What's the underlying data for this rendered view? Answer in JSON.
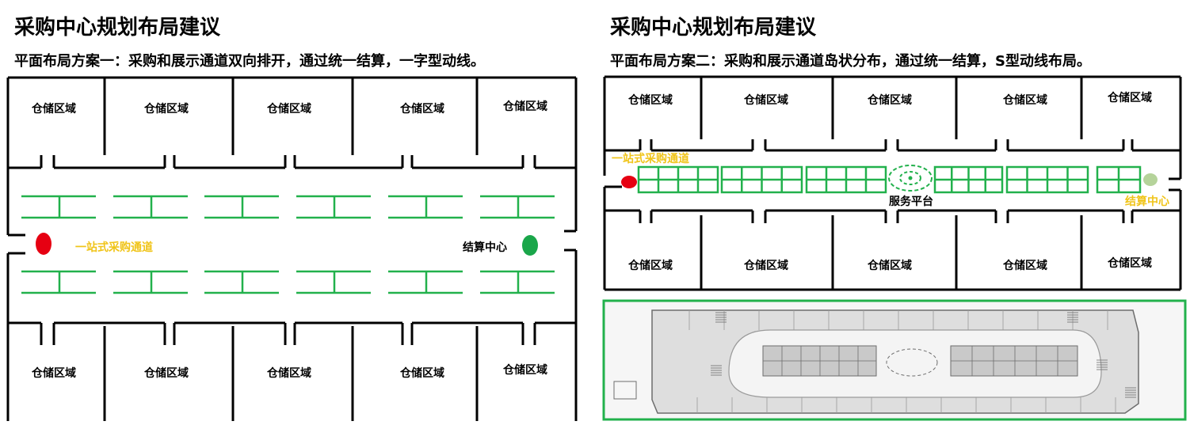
{
  "left_panel": {
    "title": "采购中心规划布局建议",
    "subtitle": "平面布局方案一：采购和展示通道双向排开，通过统一结算，一字型动线。",
    "zone_label": "仓储区域",
    "entrance_label": "一站式采购通道",
    "checkout_label": "结算中心",
    "entrance_color": "#e60012",
    "checkout_color": "#1aa64a",
    "shelf_color": "#22b14c"
  },
  "right_panel": {
    "title": "采购中心规划布局建议",
    "subtitle": "平面布局方案二：采购和展示通道岛状分布，通过统一结算，S型动线布局。",
    "zone_label": "仓储区域",
    "entrance_label": "一站式采购通道",
    "service_label": "服务平台",
    "checkout_label": "结算中心",
    "entrance_color": "#e60012",
    "checkout_color": "#b5d39a",
    "shelf_color": "#22b14c"
  }
}
